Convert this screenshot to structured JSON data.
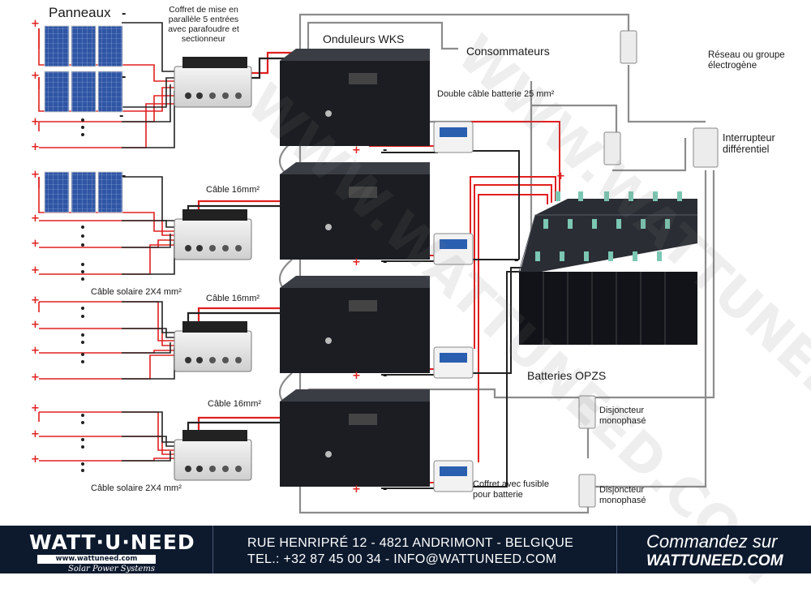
{
  "labels": {
    "panneaux": "Panneaux",
    "coffret_parallele": "Coffret de mise en\nparallèle 5 entrées\navec parafoudre et\nsectionneur",
    "onduleurs": "Onduleurs WKS",
    "consommateurs": "Consommateurs",
    "reseau": "Réseau ou groupe\nélectrogène",
    "double_cable": "Double câble batterie 25 mm²",
    "interrupteur": "Interrupteur\ndifférentiel",
    "cable16_a": "Câble 16mm²",
    "cable16_b": "Câble 16mm²",
    "cable16_c": "Câble 16mm²",
    "cable_solaire_a": "Câble solaire 2X4 mm²",
    "cable_solaire_b": "Câble solaire 2X4 mm²",
    "batteries": "Batteries OPZS",
    "disjoncteur_a": "Disjoncteur\nmonophasé",
    "disjoncteur_b": "Disjoncteur\nmonophasé",
    "coffret_fusible": "Coffret avec fusible\npour batterie",
    "plus": "+",
    "minus": "-"
  },
  "footer": {
    "logo": "WATT·U·NEED",
    "logo_url": "www.wattuneed.com",
    "logo_sub": "Solar Power Systems",
    "address": "RUE HENRIPRÉ 12 - 4821 ANDRIMONT - BELGIQUE",
    "contact": "TEL.: +32 87 45 00 34 - INFO@WATTUNEED.COM",
    "cta_line1": "Commandez sur",
    "cta_line2": "WATTUNEED.COM"
  },
  "watermark": "WWW.WATTUNEED.COM",
  "colors": {
    "positive_wire": "#e02020",
    "negative_wire": "#222222",
    "ac_wire": "#8c8c8c",
    "footer_bg": "#0d1a2e",
    "panel_blue": "#2f55a4",
    "inverter_body": "#1b1d22"
  }
}
